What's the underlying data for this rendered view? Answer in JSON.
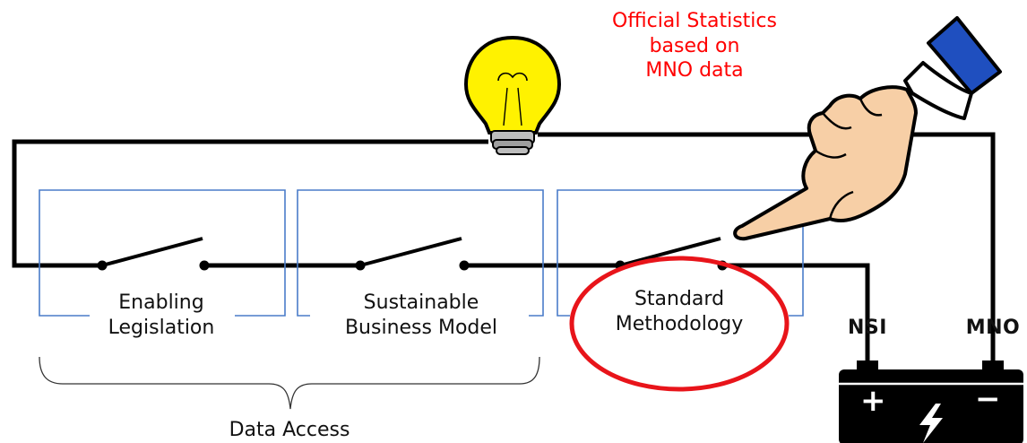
{
  "title": {
    "line1": "Official Statistics",
    "line2": "based on",
    "line3": "MNO data"
  },
  "switches": [
    {
      "line1": "Enabling",
      "line2": "Legislation"
    },
    {
      "line1": "Sustainable",
      "line2": "Business Model"
    },
    {
      "line1": "Standard",
      "line2": "Methodology"
    }
  ],
  "group_label": "Data Access",
  "terminals": {
    "left": "NSI",
    "right": "MNO"
  },
  "battery": {
    "plus": "+",
    "minus": "−"
  },
  "colors": {
    "wire": "#000000",
    "box": "#4a7cc9",
    "highlight": "#e8141a",
    "title": "#ff0000",
    "bulb": "#fff200",
    "cuff": "#1f4fbf",
    "skin": "#f7cfa6"
  },
  "icons": [
    "light-bulb-icon",
    "pointing-hand-icon",
    "battery-icon",
    "lightning-icon"
  ]
}
